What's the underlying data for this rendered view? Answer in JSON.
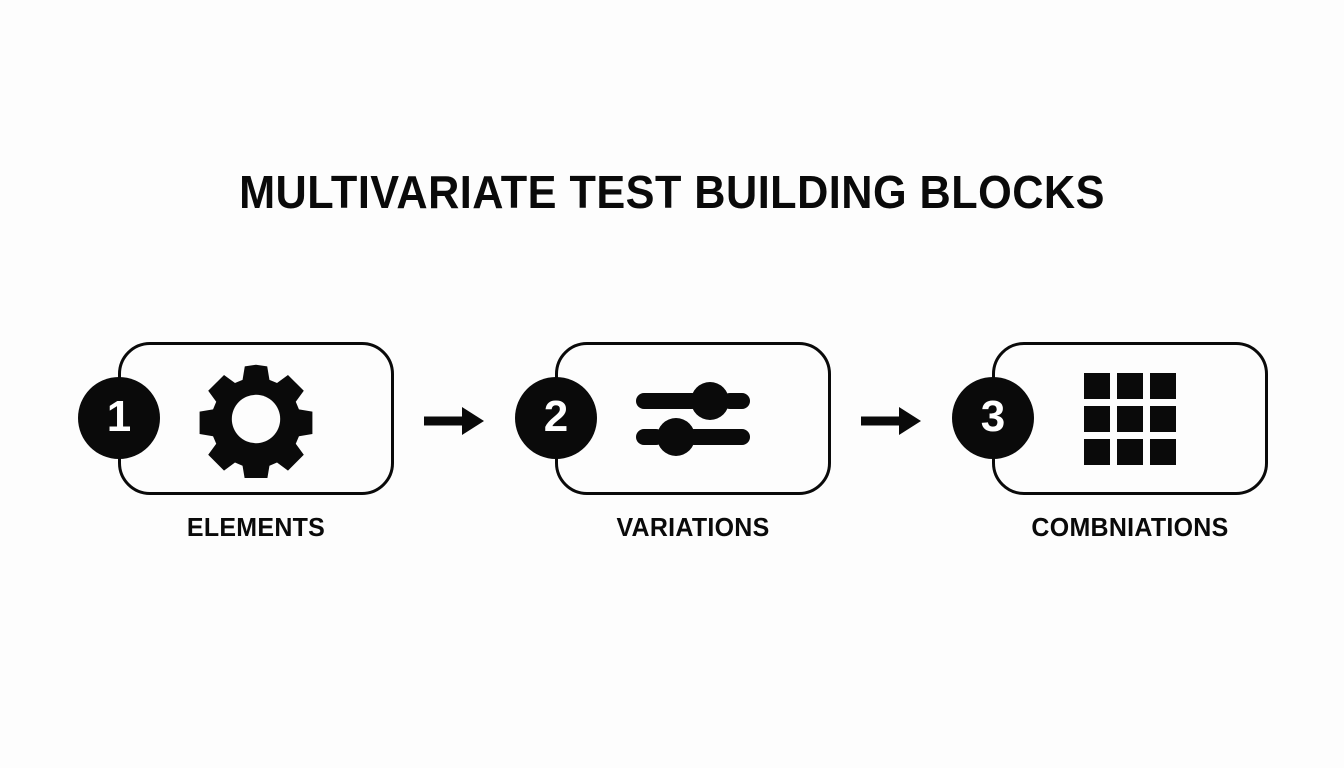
{
  "page": {
    "background_color": "#fdfdfd",
    "ink_color": "#0a0a0a",
    "badge_text_color": "#ffffff"
  },
  "title": "MULTIVARIATE TEST BUILDING BLOCKS",
  "steps": [
    {
      "number": "1",
      "label": "ELEMENTS",
      "icon": "gear-icon"
    },
    {
      "number": "2",
      "label": "VARIATIONS",
      "icon": "sliders-icon"
    },
    {
      "number": "3",
      "label": "COMBNIATIONS",
      "icon": "grid-3x3-icon"
    }
  ],
  "connectors": [
    {
      "name": "arrow-right-icon"
    },
    {
      "name": "arrow-right-icon"
    }
  ]
}
